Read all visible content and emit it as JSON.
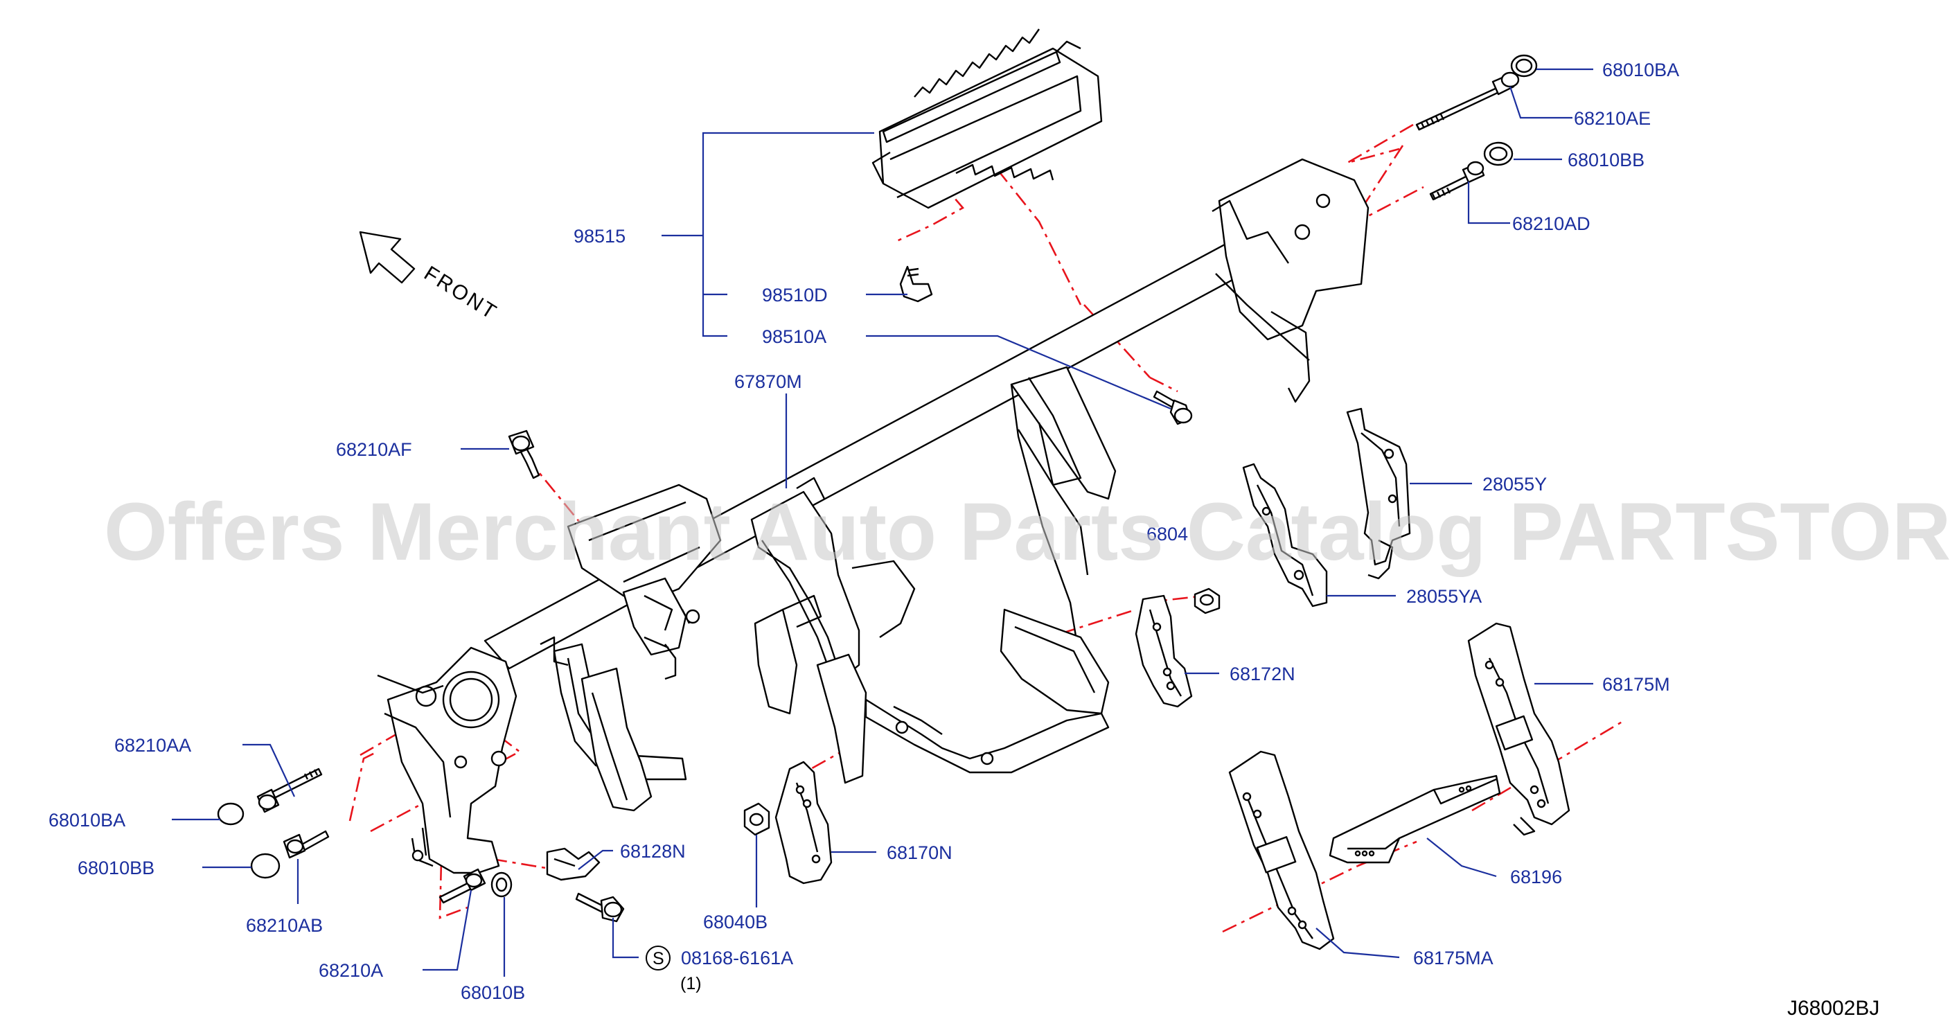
{
  "diagram": {
    "front_label": "FRONT",
    "watermark": "Offers Merchant Auto Parts Catalog PARTSTORE.SA",
    "drawing_code": "J68002BJ",
    "labels": {
      "p98515": "98515",
      "p98510D": "98510D",
      "p98510A": "98510A",
      "p67870M": "67870M",
      "p68210AF": "68210AF",
      "p68010BA_top": "68010BA",
      "p68210AE": "68210AE",
      "p68010BB_top": "68010BB",
      "p68210AD": "68210AD",
      "p28055Y": "28055Y",
      "p28055YA": "28055YA",
      "p6804": "6804",
      "p68172N": "68172N",
      "p68175M": "68175M",
      "p68196": "68196",
      "p68175MA": "68175MA",
      "p68210AA": "68210AA",
      "p68010BA_left": "68010BA",
      "p68010BB_left": "68010BB",
      "p68210AB": "68210AB",
      "p68210A": "68210A",
      "p68010B": "68010B",
      "p68128N": "68128N",
      "p08168": "08168-6161A",
      "p08168_s": "S",
      "p08168_qty": "(1)",
      "p68040B": "68040B",
      "p68170N": "68170N"
    },
    "colors": {
      "label": "#1b2f9e",
      "leader": "#1b2f9e",
      "hidden_line": "#e8141c",
      "part_outline": "#000000"
    }
  }
}
